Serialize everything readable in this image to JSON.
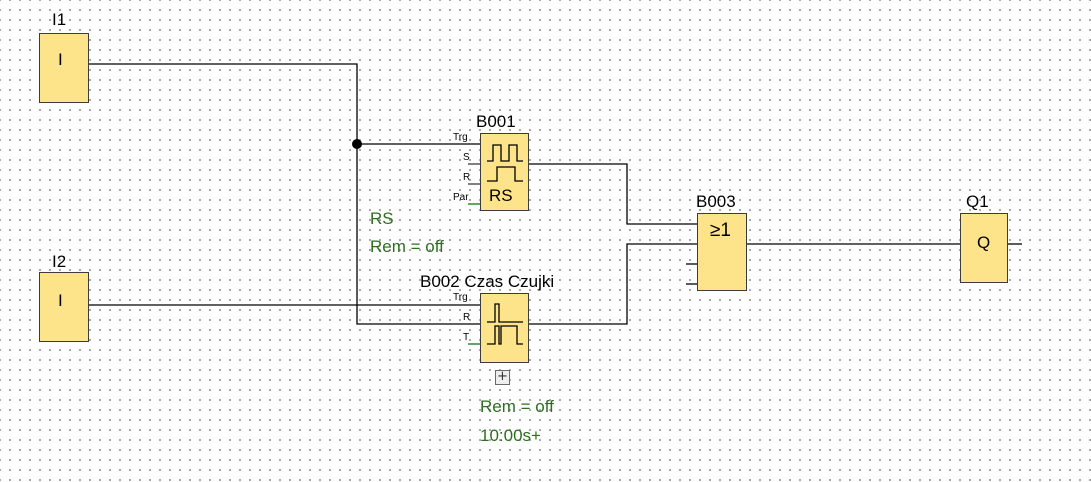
{
  "inputs": [
    {
      "id": "I1",
      "symbol": "I"
    },
    {
      "id": "I2",
      "symbol": "I"
    }
  ],
  "blocks": {
    "b001": {
      "id": "B001",
      "symbol": "RS",
      "pins": [
        "Trg",
        "S",
        "R",
        "Par"
      ],
      "params": [
        "RS",
        "Rem = off"
      ]
    },
    "b002": {
      "id": "B002 Czas Czujki",
      "pins": [
        "Trg",
        "R",
        "T"
      ],
      "params": [
        "Rem = off",
        "10:00s+"
      ]
    },
    "b003": {
      "id": "B003",
      "symbol": "≥1"
    }
  },
  "outputs": [
    {
      "id": "Q1",
      "symbol": "Q"
    }
  ],
  "expand_symbol": "+",
  "colors": {
    "block_fill": "#fde38a",
    "param_text": "#2d6e1f",
    "wire": "#000000",
    "grid_dot": "#9a9a9a"
  }
}
